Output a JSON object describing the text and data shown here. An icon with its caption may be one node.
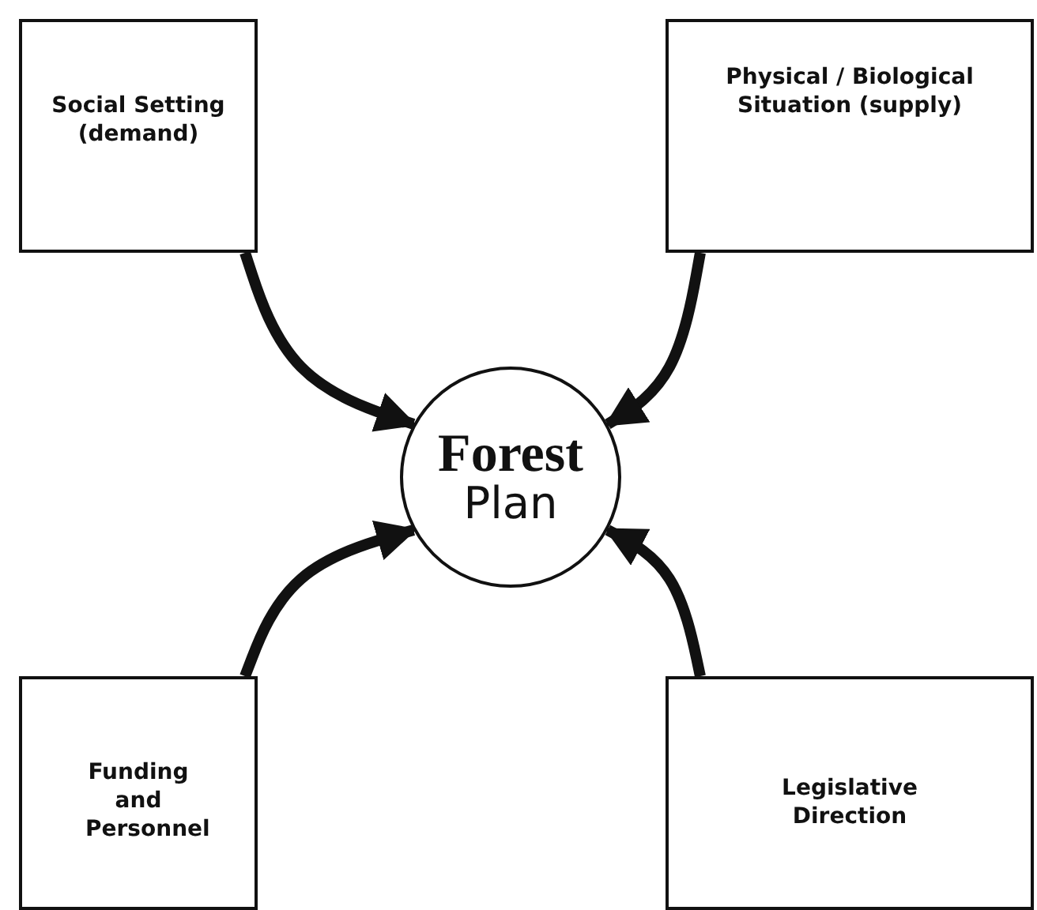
{
  "diagram": {
    "nodes": [
      {
        "text": [
          "Social Setting (demand)"
        ]
      },
      {
        "text": [
          "Physical / Biological Situation (supply)"
        ]
      },
      {
        "text": [
          "Forest",
          "Plan"
        ]
      },
      {
        "text": [
          "Funding and Personnel"
        ]
      },
      {
        "text": [
          "Legislative Direction"
        ]
      }
    ],
    "edges": [
      {
        "from": 0,
        "to": 2,
        "arrow": "to"
      },
      {
        "from": 1,
        "to": 2,
        "arrow": "to"
      },
      {
        "from": 3,
        "to": 2,
        "arrow": "to"
      },
      {
        "from": 4,
        "to": 2,
        "arrow": "to"
      }
    ]
  }
}
